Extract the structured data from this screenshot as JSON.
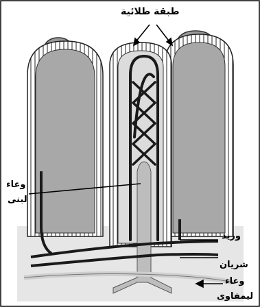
{
  "labels": {
    "epithelium": "طبقة طلائية",
    "lacteal_line1": "وعاء",
    "lacteal_line2": "لبنى",
    "vein": "وريد",
    "artery": "شريان",
    "lymph_line1": "وعاء",
    "lymph_line2": "ليمفاوى"
  },
  "colors": {
    "tissue": "#9a9a9a",
    "tissue_light": "#c4c4c4",
    "vessel": "#1a1a1a",
    "lacteal": "#bdbdbd",
    "background_panel": "#e6e6e6"
  }
}
